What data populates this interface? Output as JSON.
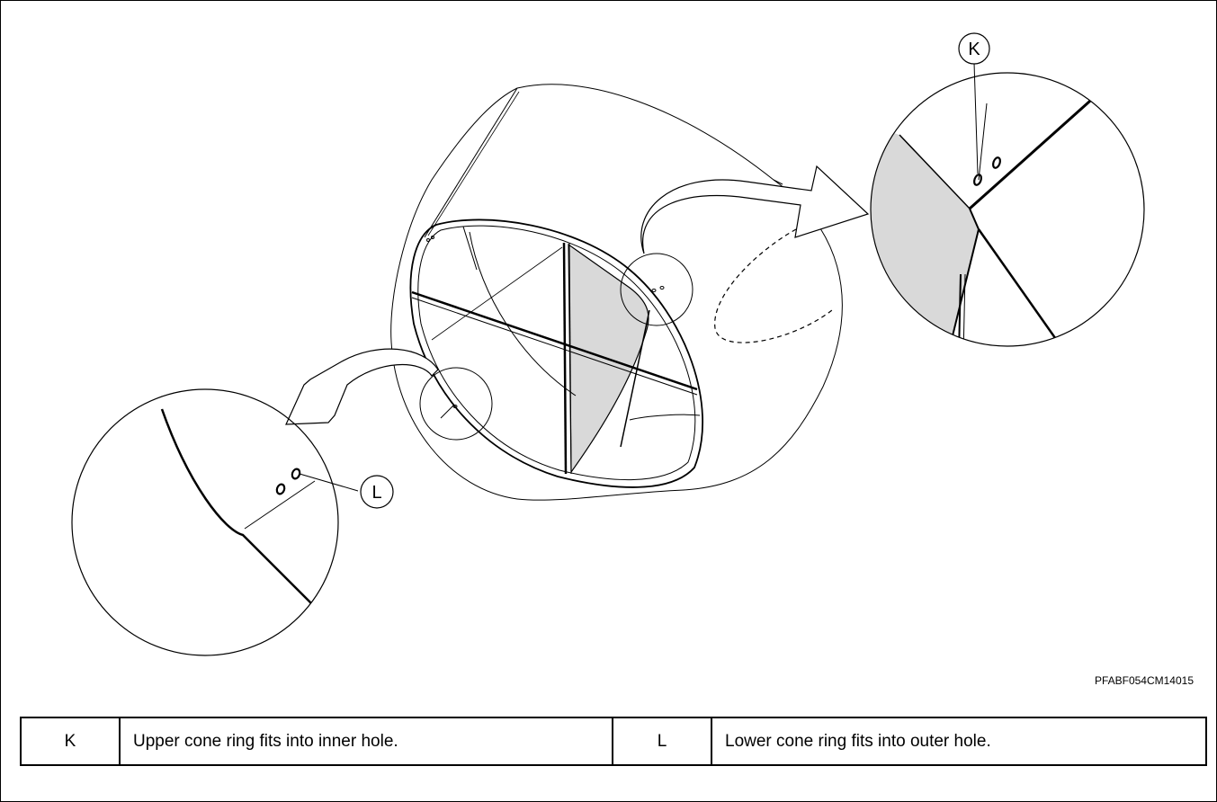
{
  "callouts": {
    "k": "K",
    "l": "L"
  },
  "figure_code": "PFABF054CM14015",
  "legend": [
    {
      "key": "K",
      "description": "Upper cone ring fits into inner hole."
    },
    {
      "key": "L",
      "description": "Lower cone ring fits into outer hole."
    }
  ],
  "colors": {
    "shade": "#d9d9d9",
    "line": "#000000"
  }
}
